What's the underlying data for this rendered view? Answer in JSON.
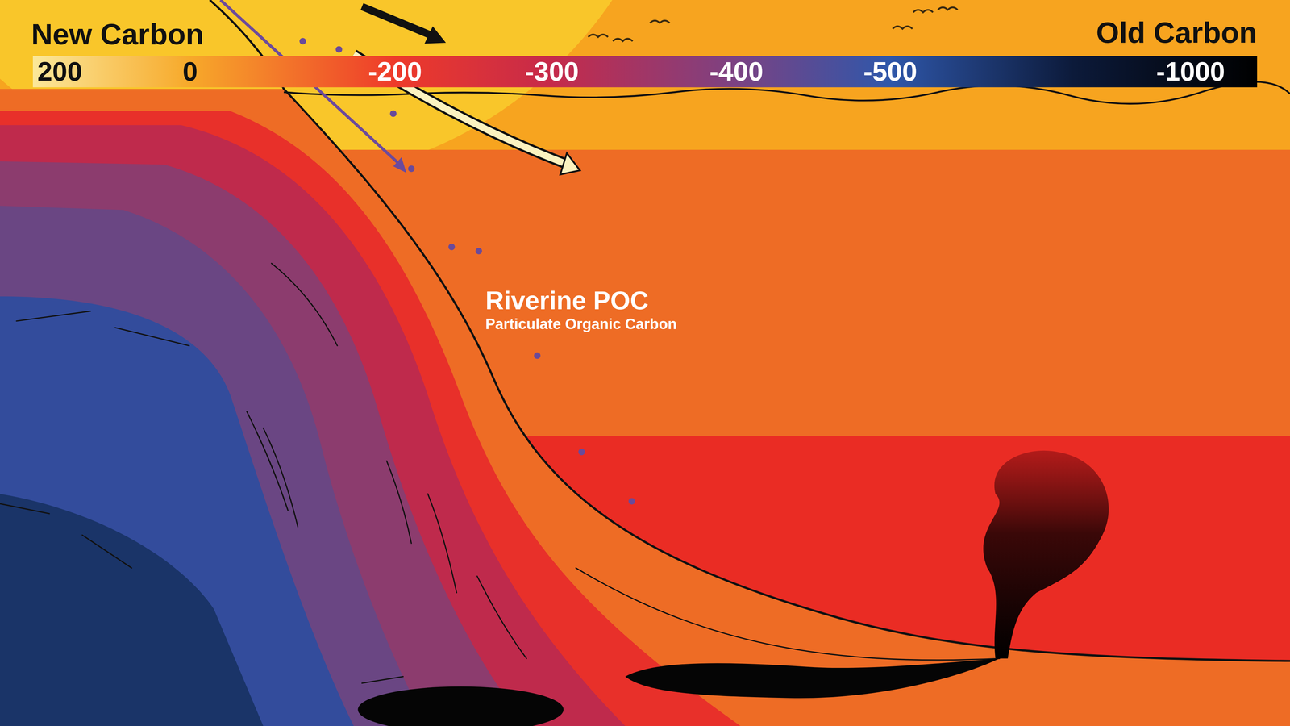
{
  "diagram": {
    "labels": [
      "New Carbon",
      "Old Carbon",
      "200",
      "0",
      "-200",
      "-300",
      "-400",
      "-500",
      "-1000",
      "Riverine POC",
      "Particulate Organic Carbon"
    ]
  }
}
